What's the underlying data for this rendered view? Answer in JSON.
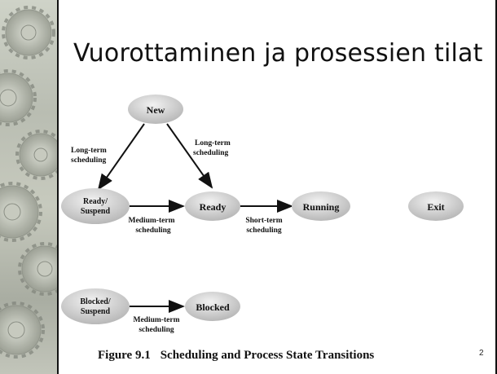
{
  "slide": {
    "title": "Vuorottaminen ja prosessien tilat",
    "page_number": "2"
  },
  "figure": {
    "number": "Figure 9.1",
    "caption": "Scheduling and Process State Transitions"
  },
  "states": {
    "new": "New",
    "ready_suspend_1": "Ready/",
    "ready_suspend_2": "Suspend",
    "ready": "Ready",
    "running": "Running",
    "exit": "Exit",
    "blocked_suspend_1": "Blocked/",
    "blocked_suspend_2": "Suspend",
    "blocked": "Blocked"
  },
  "transitions": {
    "long_term_left_1": "Long-term",
    "long_term_left_2": "scheduling",
    "long_term_right_1": "Long-term",
    "long_term_right_2": "scheduling",
    "medium_term_1": "Medium-term",
    "medium_term_2": "scheduling",
    "short_term_1": "Short-term",
    "short_term_2": "scheduling",
    "medium_term_blocked_1": "Medium-term",
    "medium_term_blocked_2": "scheduling"
  },
  "colors": {
    "state_fill": "#c9c9c9",
    "state_highlight": "#efefef",
    "text": "#111111"
  }
}
